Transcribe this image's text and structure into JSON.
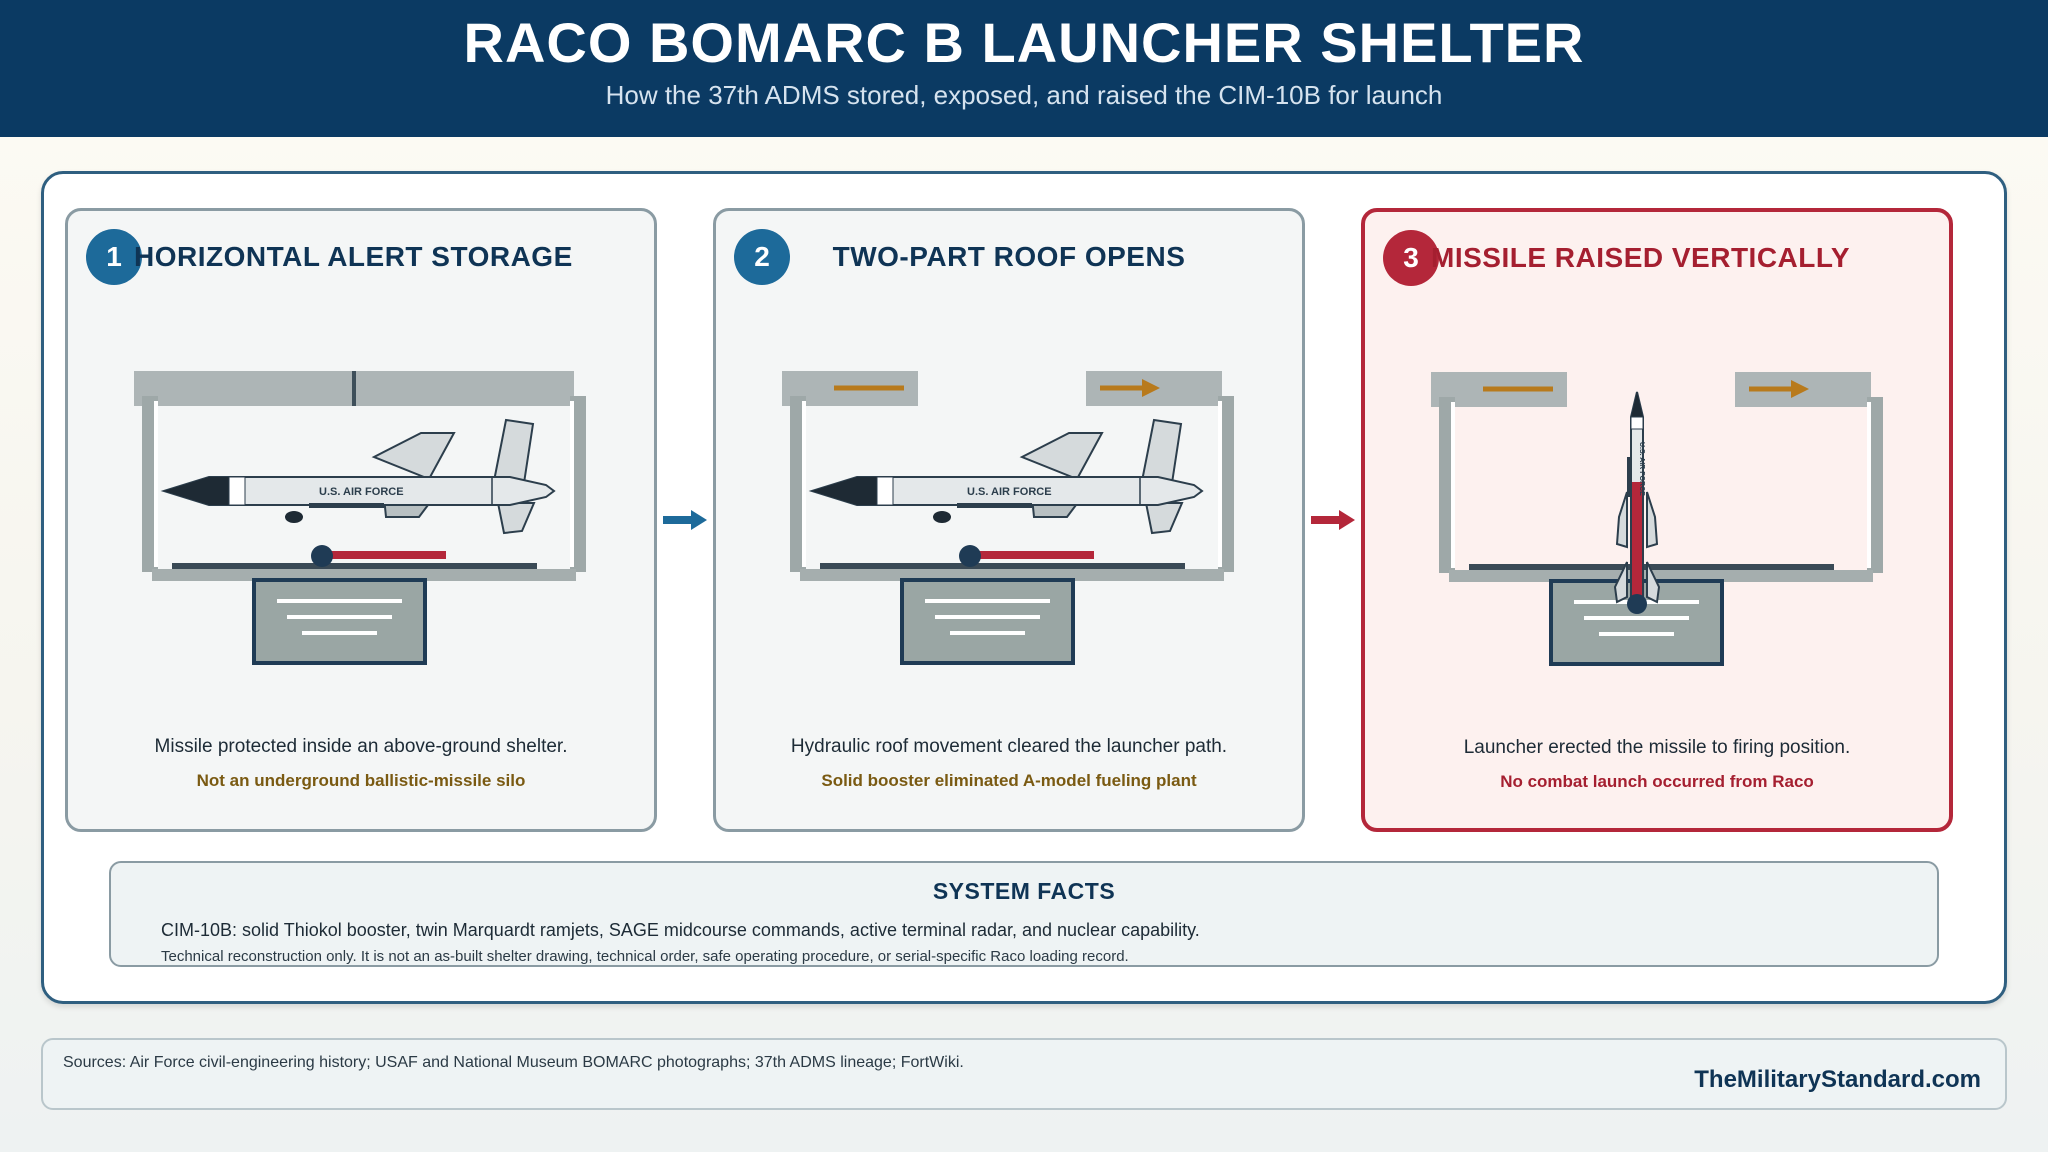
{
  "header": {
    "title": "RACO BOMARC B LAUNCHER SHELTER",
    "subtitle": "How the 37th ADMS stored, exposed, and raised the CIM-10B for launch"
  },
  "steps": [
    {
      "number": "1",
      "title": "HORIZONTAL ALERT STORAGE",
      "caption": "Missile protected inside an above-ground shelter.",
      "note": "Not an underground ballistic-missile silo",
      "missile_marking": "U.S. AIR FORCE"
    },
    {
      "number": "2",
      "title": "TWO-PART ROOF OPENS",
      "caption": "Hydraulic roof movement cleared the launcher path.",
      "note": "Solid booster eliminated A-model fueling plant",
      "missile_marking": "U.S. AIR FORCE"
    },
    {
      "number": "3",
      "title": "MISSILE RAISED VERTICALLY",
      "caption": "Launcher erected the missile to firing position.",
      "note": "No combat launch occurred from Raco",
      "missile_marking": "U.S. AIR FORCE"
    }
  ],
  "facts": {
    "title": "SYSTEM FACTS",
    "line1": "CIM-10B: solid Thiokol booster, twin Marquardt ramjets, SAGE midcourse commands, active terminal radar, and nuclear capability.",
    "line2": "Technical reconstruction only. It is not an as-built shelter drawing, technical order, safe operating procedure, or serial-specific Raco loading record."
  },
  "footer": {
    "sources": "Sources: Air Force civil-engineering history; USAF and National Museum BOMARC photographs; 37th ADMS lineage; FortWiki.",
    "brand": "TheMilitaryStandard.com"
  },
  "colors": {
    "header_bg": "#0b3a63",
    "accent_blue": "#1d6a9a",
    "accent_red": "#b4273a",
    "note_gold": "#7a5a12",
    "roof_arrow": "#b87a1c"
  },
  "icons": {
    "flow_arrow": "right-arrow-icon",
    "roof_arrow": "right-arrow-icon"
  }
}
